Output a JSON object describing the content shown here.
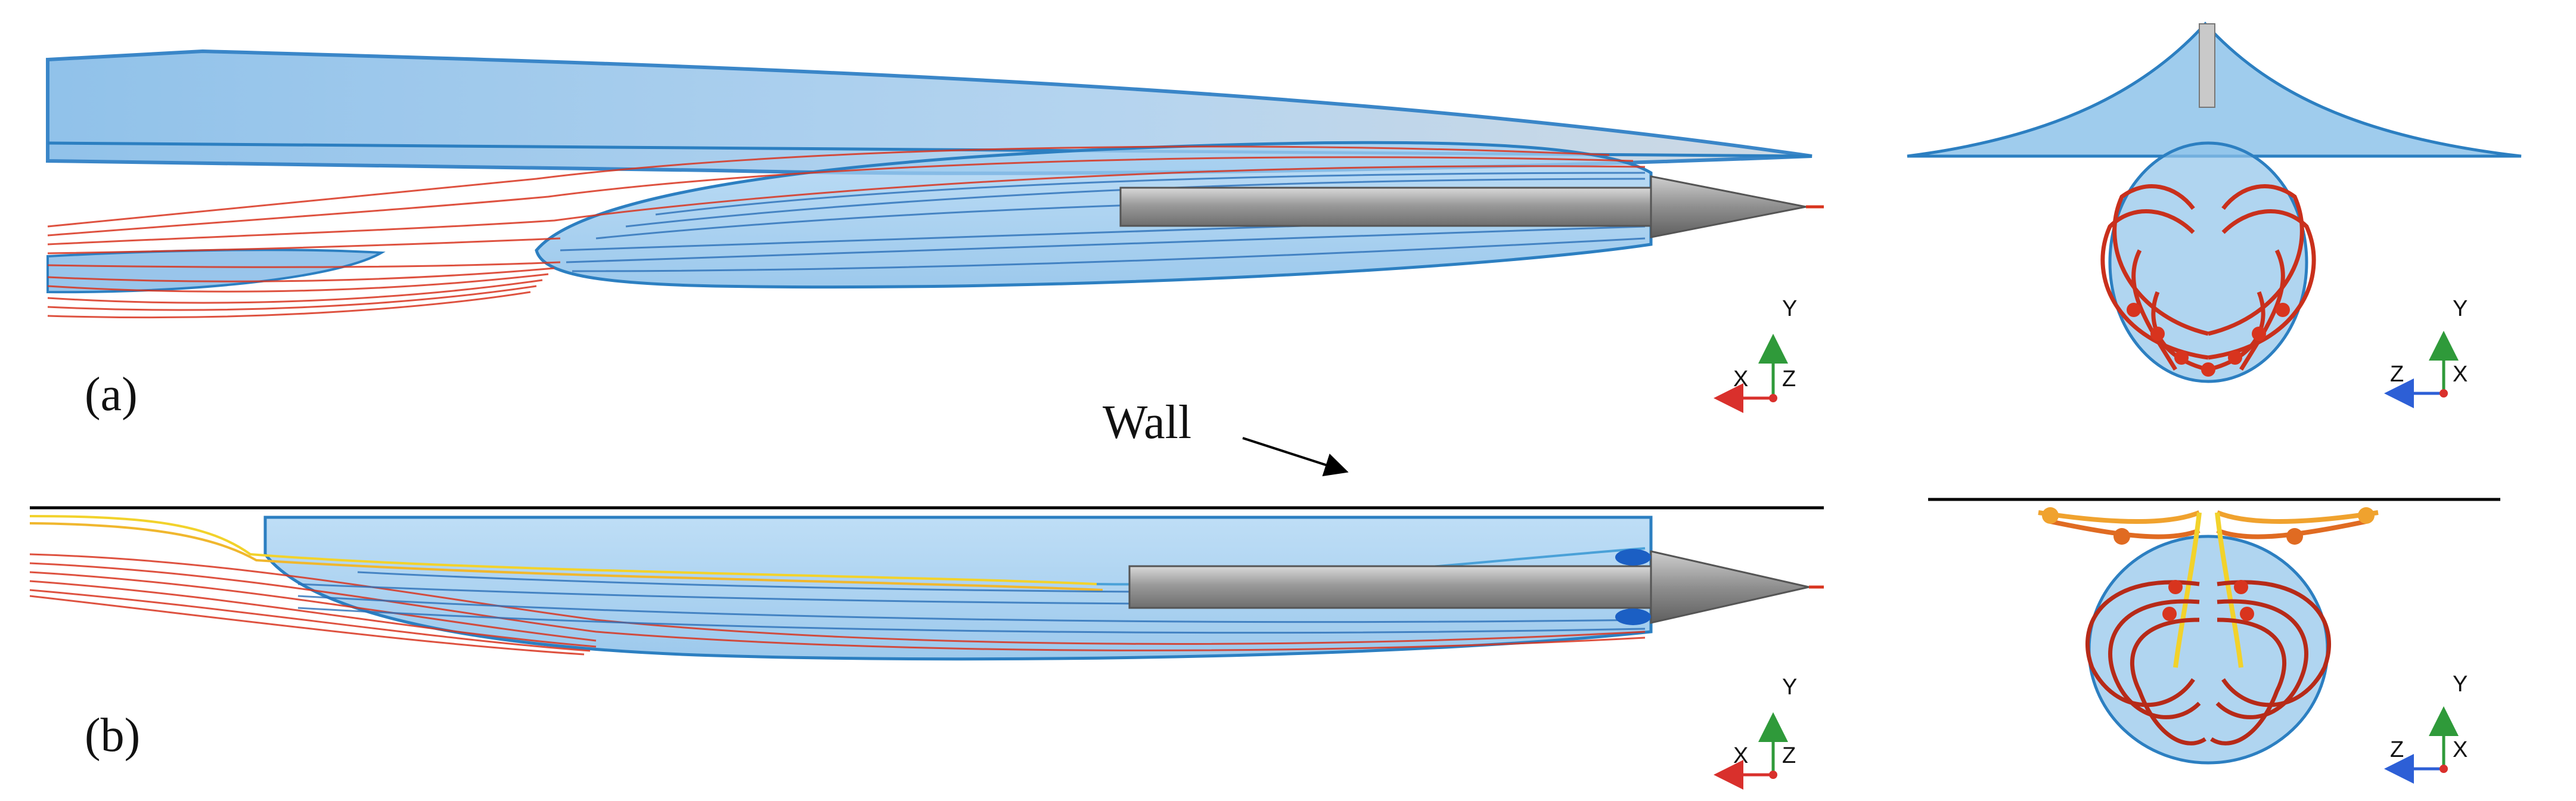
{
  "panels": [
    {
      "id": "a",
      "label": "(a)"
    },
    {
      "id": "b",
      "label": "(b)"
    }
  ],
  "wall_label": "Wall",
  "axes_side_view": {
    "x": "X",
    "y": "Y",
    "z": "Z"
  },
  "axes_front_view": {
    "x": "X",
    "y": "Y",
    "z": "Z"
  },
  "colors": {
    "bubble": "#8ec3ea",
    "bubble_edge": "#2c7fc1",
    "body": "#b3b3b3",
    "streamline_hot": "#d8341e",
    "streamline_cool": "#2a6fb8",
    "streamline_yellow": "#f2d22b",
    "axis_x": "#d9302c",
    "axis_y": "#2f9a3a",
    "axis_z": "#2d5fd6",
    "wall": "#000000"
  }
}
